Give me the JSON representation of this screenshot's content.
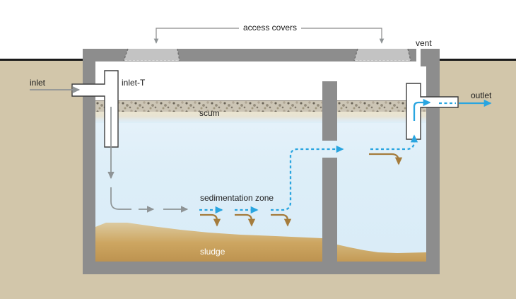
{
  "diagram": {
    "name": "septic-tank-cross-section",
    "labels": {
      "inlet": "inlet",
      "inlet_t": "inlet-T",
      "access_covers": "access covers",
      "vent": "vent",
      "outlet": "outlet",
      "scum": "scum",
      "sedimentation_zone": "sedimentation zone",
      "sludge": "sludge"
    },
    "colors": {
      "background": "#ffffff",
      "soil": "#d2c6aa",
      "ground_line": "#1a1a1a",
      "tank_wall": "#8d8d8d",
      "access_cover": "#c3c3c3",
      "water": "#ddeef8",
      "scum_base": "#ccc5b5",
      "scum_cream": "#ebe4cf",
      "sludge_top": "#decfa8",
      "sludge_bottom": "#bd9350",
      "pipe_fill": "#ffffff",
      "pipe_outline": "#3e3e3e",
      "flow_gray": "#8f9496",
      "flow_blue": "#29a5e0",
      "flow_brown": "#a57c3c"
    },
    "arrows": [
      {
        "name": "inlet-flow-arrow",
        "style": "solid",
        "color": "#8f9496"
      },
      {
        "name": "inlet-drop-arrow",
        "style": "solid",
        "color": "#8f9496"
      },
      {
        "name": "settling-flow-arrows",
        "style": "solid-segments",
        "color": "#8f9496"
      },
      {
        "name": "clarified-flow-arrows",
        "style": "dashed",
        "color": "#29a5e0"
      },
      {
        "name": "solids-settling-arrows",
        "style": "hook-down",
        "color": "#a57c3c"
      },
      {
        "name": "outlet-flow-arrow",
        "style": "solid",
        "color": "#29a5e0"
      }
    ]
  }
}
